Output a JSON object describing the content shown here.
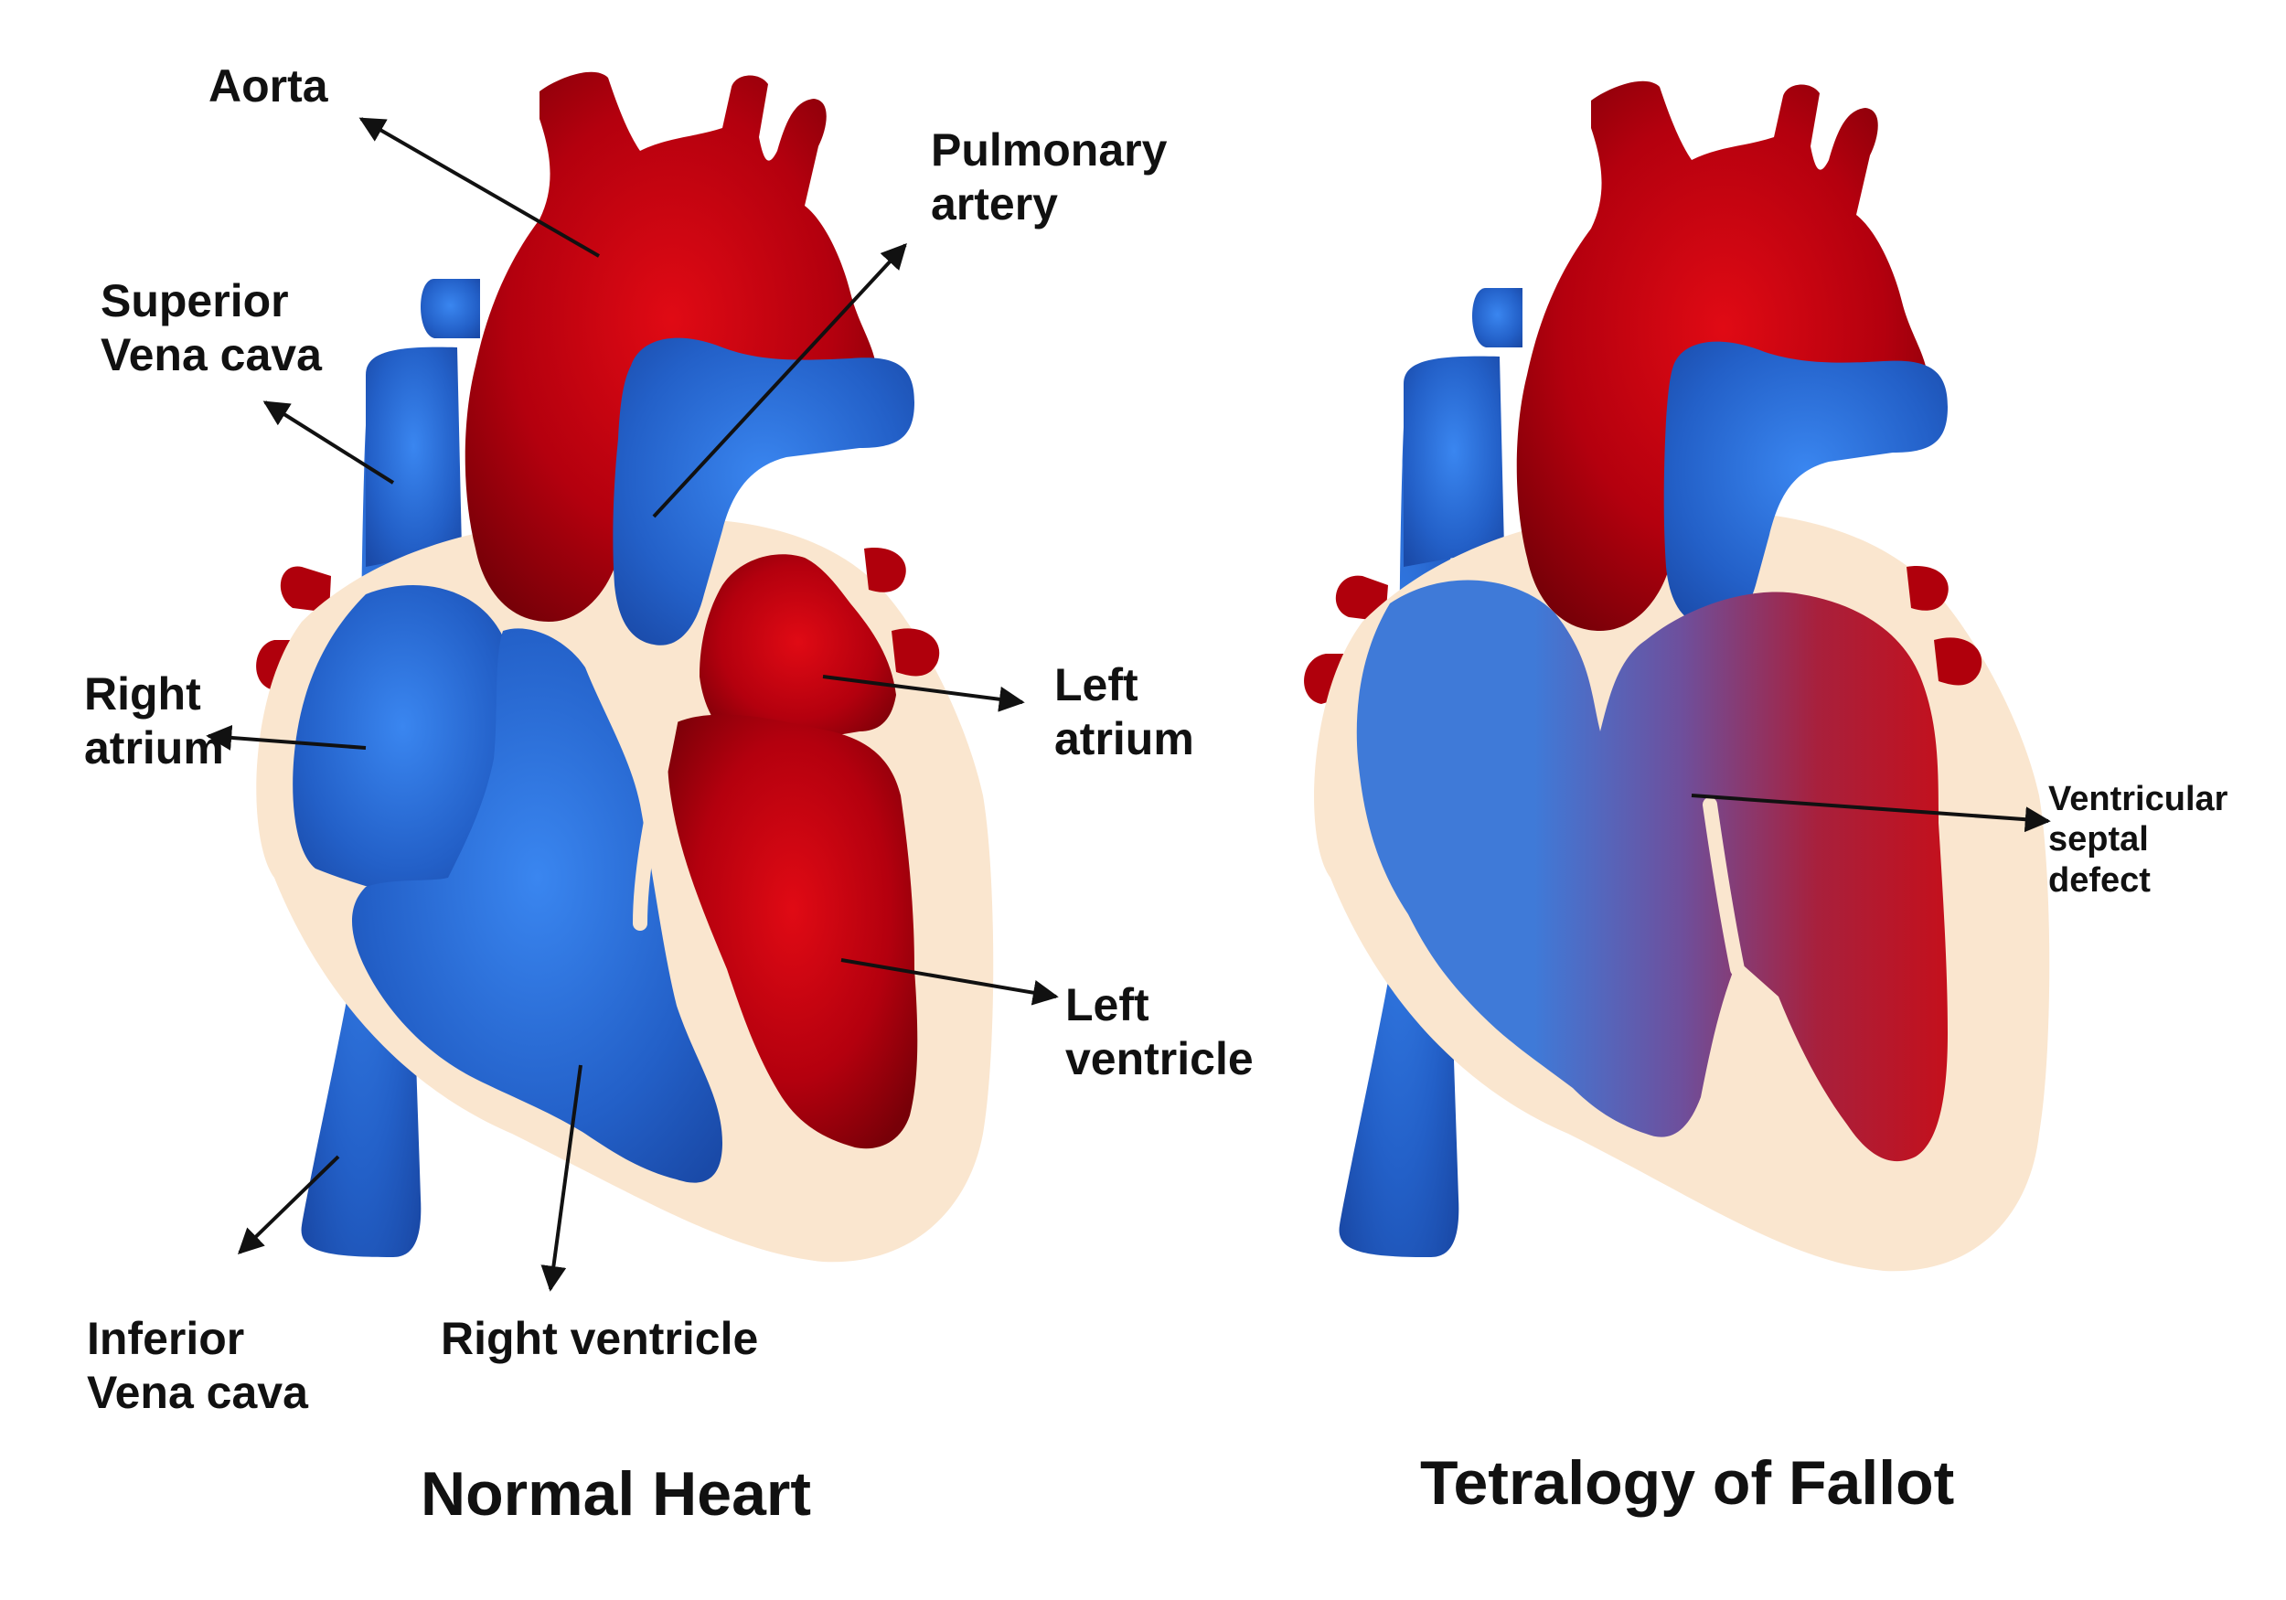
{
  "diagram": {
    "left_panel": {
      "title": "Normal Heart",
      "labels": {
        "aorta": "Aorta",
        "pulmonary_artery": "Pulmonary\nartery",
        "superior_vena_cava": "Superior\nVena cava",
        "right_atrium": "Right\natrium",
        "left_atrium": "Left\natrium",
        "left_ventricle": "Left\nventricle",
        "inferior_vena_cava": "Inferior\nVena cava",
        "right_ventricle": "Right ventricle"
      }
    },
    "right_panel": {
      "title": "Tetralogy of Fallot",
      "labels": {
        "ventricular_septal_defect": "Ventricular\nseptal\ndefect"
      }
    }
  },
  "colors": {
    "oxygenated": "#c00010",
    "deoxygenated": "#2f6fd8",
    "tissue": "#fae6cf"
  }
}
